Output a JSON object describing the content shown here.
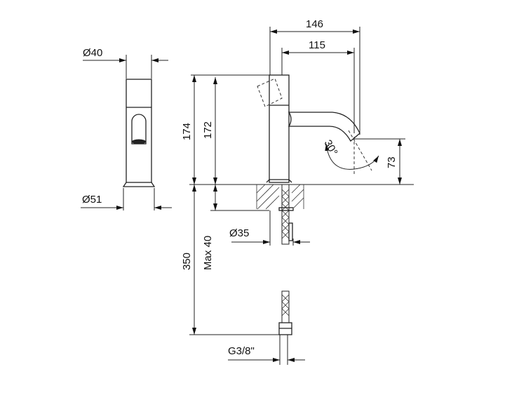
{
  "drawing": {
    "dimensions": {
      "d40": "Ø40",
      "d51": "Ø51",
      "w146": "146",
      "w115": "115",
      "h174": "174",
      "h172": "172",
      "h350": "350",
      "max40": "Max 40",
      "d35": "Ø35",
      "g38": "G3/8\"",
      "h73": "73",
      "angle30": "30°"
    }
  }
}
